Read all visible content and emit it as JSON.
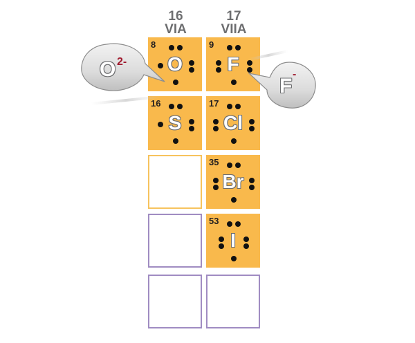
{
  "groups": [
    {
      "number": "16",
      "roman": "VIA"
    },
    {
      "number": "17",
      "roman": "VIIA"
    }
  ],
  "elements": {
    "oxygen": {
      "atomic_number": "8",
      "symbol": "O"
    },
    "fluorine": {
      "atomic_number": "9",
      "symbol": "F"
    },
    "sulfur": {
      "atomic_number": "16",
      "symbol": "S"
    },
    "chlorine": {
      "atomic_number": "17",
      "symbol": "Cl"
    },
    "bromine": {
      "atomic_number": "35",
      "symbol": "Br"
    },
    "iodine": {
      "atomic_number": "53",
      "symbol": "I"
    }
  },
  "valence_electrons": {
    "group16": 6,
    "group17": 7
  },
  "ions": {
    "oxide": {
      "symbol": "O",
      "charge": "2-"
    },
    "fluoride": {
      "symbol": "F",
      "charge": "-"
    }
  },
  "colors": {
    "filled_cell": "#f9b94c",
    "empty_border_yellow": "#f7c35e",
    "empty_border_purple": "#a08cc2",
    "header_text": "#6d6e70",
    "charge_text": "#a0192d"
  }
}
